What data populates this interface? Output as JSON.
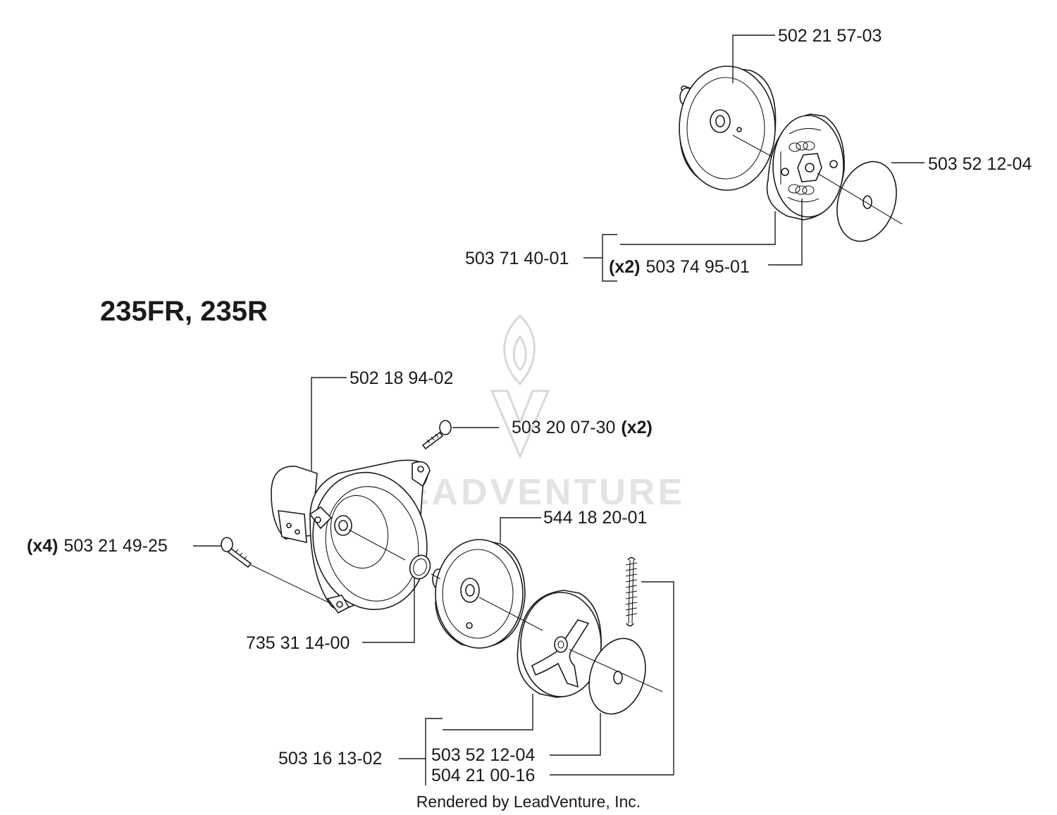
{
  "title": "235FR, 235R",
  "watermark": {
    "text": "LEADVENTURE"
  },
  "footer": "Rendered by LeadVenture, Inc.",
  "callouts": {
    "top_clutch_drum": {
      "part": "502 21 57-03"
    },
    "top_washer": {
      "part": "503 52 12-04"
    },
    "top_clutch_assembly": {
      "part": "503 71 40-01"
    },
    "top_clutch_spring": {
      "qty": "(x2)",
      "part": "503 74 95-01"
    },
    "housing": {
      "part": "502 18 94-02"
    },
    "housing_screw": {
      "part": "503 20 07-30",
      "qty": "(x2)"
    },
    "clutch_drum": {
      "part": "544 18 20-01"
    },
    "screw": {
      "qty": "(x4)",
      "part": "503 21 49-25"
    },
    "retaining_ring": {
      "part": "735 31 14-00"
    },
    "clutch_assembly": {
      "part": "503 16 13-02"
    },
    "washer": {
      "part": "503 52 12-04"
    },
    "spring": {
      "part": "504 21 00-16"
    }
  },
  "colors": {
    "ink": "#1a1a1a",
    "watermark": "#d8d8d8",
    "background": "#ffffff"
  }
}
